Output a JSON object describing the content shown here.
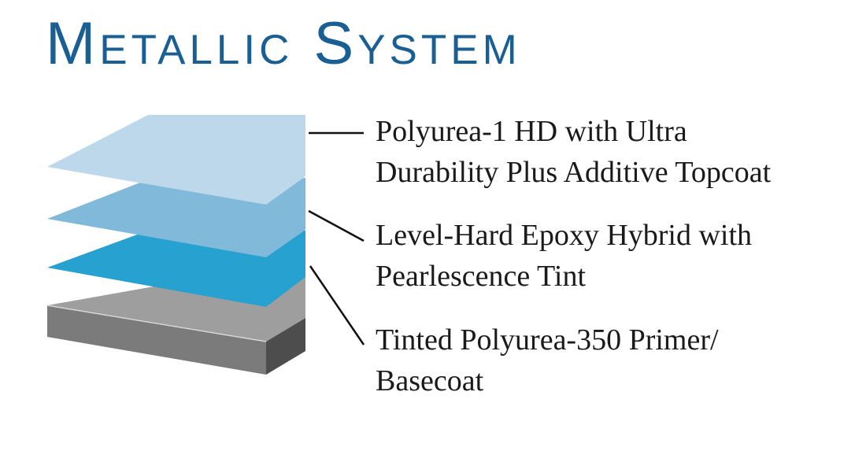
{
  "title": "Metallic System",
  "colors": {
    "title": "#1a5f94",
    "topcoat_layer": "#bcd8ea",
    "epoxy_layer": "#80b9d9",
    "primer_layer": "#26a1d0",
    "slab_top": "#9e9e9e",
    "slab_front": "#7b7b7b",
    "slab_side": "#4d4d4d",
    "leader_line": "#111111"
  },
  "layers": [
    {
      "lines": [
        "Polyurea-1 HD with Ultra",
        "Durability Plus Additive Topcoat"
      ]
    },
    {
      "lines": [
        "Level-Hard Epoxy Hybrid with",
        "Pearlescence Tint"
      ]
    },
    {
      "lines": [
        "Tinted Polyurea-350 Primer/",
        "Basecoat"
      ]
    }
  ]
}
